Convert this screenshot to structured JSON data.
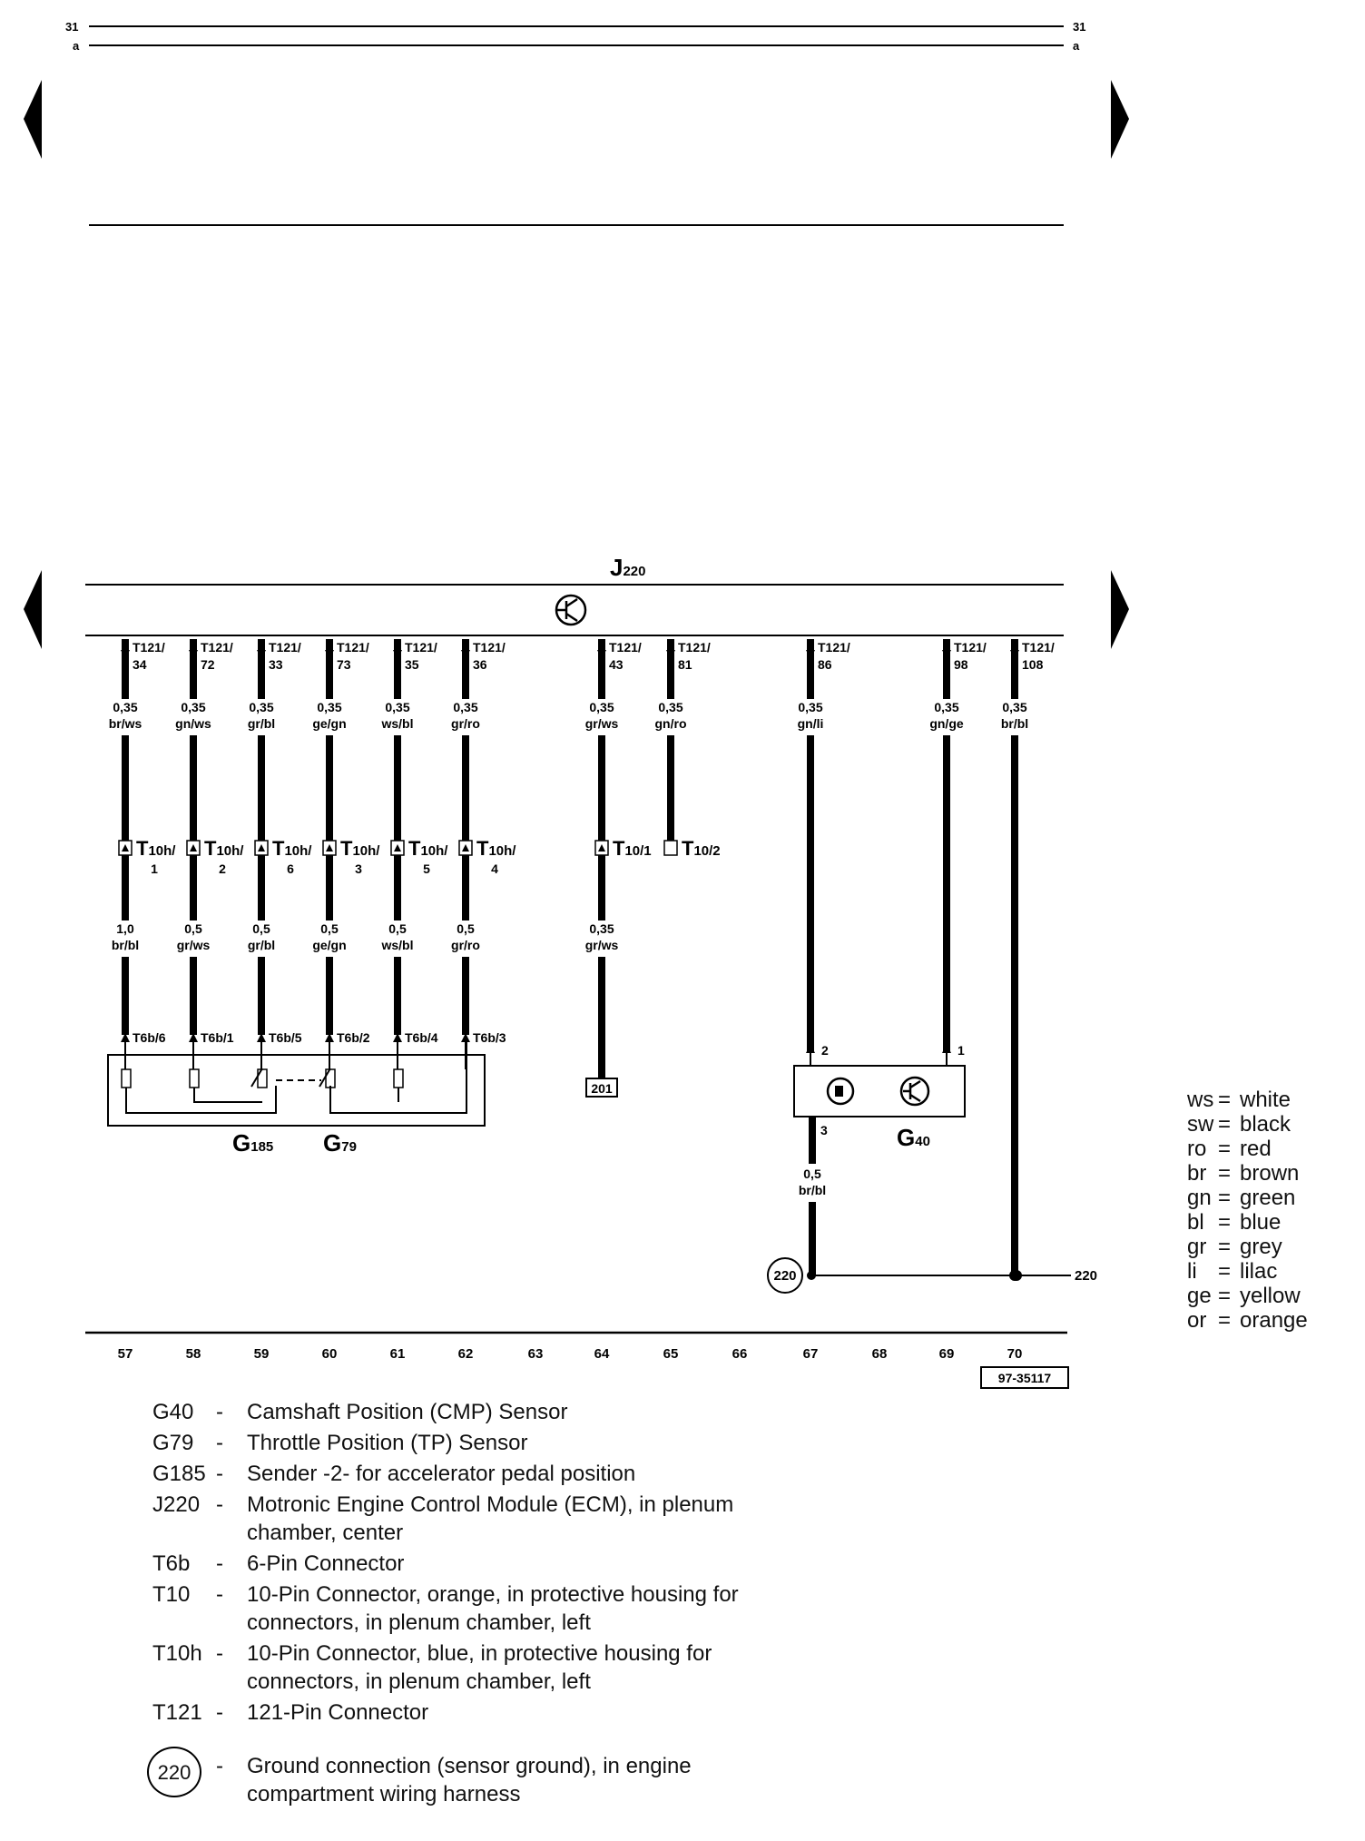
{
  "header": {
    "track_number": "31",
    "track_letter": "a"
  },
  "ecm": {
    "label_main": "J",
    "label_sub": "220"
  },
  "wires": [
    {
      "id": "57",
      "pin": "T121/",
      "pin_num": "34",
      "ecm_gauge": "0,35",
      "ecm_color": "br/ws",
      "t10": "T10h/",
      "t10_pin": "1",
      "mid_gauge": "1,0",
      "mid_color": "br/bl",
      "t6b": "T6b/6"
    },
    {
      "id": "58",
      "pin": "T121/",
      "pin_num": "72",
      "ecm_gauge": "0,35",
      "ecm_color": "gn/ws",
      "t10": "T10h/",
      "t10_pin": "2",
      "mid_gauge": "0,5",
      "mid_color": "gr/ws",
      "t6b": "T6b/1"
    },
    {
      "id": "59",
      "pin": "T121/",
      "pin_num": "33",
      "ecm_gauge": "0,35",
      "ecm_color": "gr/bl",
      "t10": "T10h/",
      "t10_pin": "6",
      "mid_gauge": "0,5",
      "mid_color": "gr/bl",
      "t6b": "T6b/5"
    },
    {
      "id": "60",
      "pin": "T121/",
      "pin_num": "73",
      "ecm_gauge": "0,35",
      "ecm_color": "ge/gn",
      "t10": "T10h/",
      "t10_pin": "3",
      "mid_gauge": "0,5",
      "mid_color": "ge/gn",
      "t6b": "T6b/2"
    },
    {
      "id": "61",
      "pin": "T121/",
      "pin_num": "35",
      "ecm_gauge": "0,35",
      "ecm_color": "ws/bl",
      "t10": "T10h/",
      "t10_pin": "5",
      "mid_gauge": "0,5",
      "mid_color": "ws/bl",
      "t6b": "T6b/4"
    },
    {
      "id": "62",
      "pin": "T121/",
      "pin_num": "36",
      "ecm_gauge": "0,35",
      "ecm_color": "gr/ro",
      "t10": "T10h/",
      "t10_pin": "4",
      "mid_gauge": "0,5",
      "mid_color": "gr/ro",
      "t6b": "T6b/3"
    },
    {
      "id": "64",
      "pin": "T121/",
      "pin_num": "43",
      "ecm_gauge": "0,35",
      "ecm_color": "gr/ws",
      "t10": "T10/1",
      "mid_gauge": "0,35",
      "mid_color": "gr/ws",
      "ref": "201"
    },
    {
      "id": "65",
      "pin": "T121/",
      "pin_num": "81",
      "ecm_gauge": "0,35",
      "ecm_color": "gn/ro",
      "t10": "T10/2"
    },
    {
      "id": "67",
      "pin": "T121/",
      "pin_num": "86",
      "ecm_gauge": "0,35",
      "ecm_color": "gn/li",
      "g40_pin": "2"
    },
    {
      "id": "69",
      "pin": "T121/",
      "pin_num": "98",
      "ecm_gauge": "0,35",
      "ecm_color": "gn/ge",
      "g40_pin": "1"
    },
    {
      "id": "70",
      "pin": "T121/",
      "pin_num": "108",
      "ecm_gauge": "0,35",
      "ecm_color": "br/bl"
    }
  ],
  "g40": {
    "label_main": "G",
    "label_sub": "40",
    "out_pin": "3",
    "out_gauge": "0,5",
    "out_color": "br/bl"
  },
  "sensors": {
    "g185_main": "G",
    "g185_sub": "185",
    "g79_main": "G",
    "g79_sub": "79"
  },
  "ground": {
    "id": "220",
    "ref": "220"
  },
  "track_numbers": [
    "57",
    "58",
    "59",
    "60",
    "61",
    "62",
    "63",
    "64",
    "65",
    "66",
    "67",
    "68",
    "69",
    "70"
  ],
  "doc_id": "97-35117",
  "legend": [
    {
      "code": "G40",
      "dash": "-",
      "desc": "Camshaft Position (CMP) Sensor"
    },
    {
      "code": "G79",
      "dash": "-",
      "desc": "Throttle Position (TP) Sensor"
    },
    {
      "code": "G185",
      "dash": "-",
      "desc": "Sender -2- for accelerator pedal position"
    },
    {
      "code": "J220",
      "dash": "-",
      "desc": "Motronic Engine Control Module (ECM), in plenum chamber, center"
    },
    {
      "code": "T6b",
      "dash": "-",
      "desc": "6-Pin Connector"
    },
    {
      "code": "T10",
      "dash": "-",
      "desc": "10-Pin Connector, orange, in protective housing for connectors, in plenum chamber, left"
    },
    {
      "code": "T10h",
      "dash": "-",
      "desc": "10-Pin Connector, blue, in protective housing for connectors, in plenum chamber, left"
    },
    {
      "code": "T121",
      "dash": "-",
      "desc": "121-Pin Connector"
    }
  ],
  "ground_legend": {
    "code": "220",
    "dash": "-",
    "desc": "Ground connection (sensor ground), in engine compartment wiring harness"
  },
  "color_codes": [
    {
      "abbr": "ws",
      "name": "white"
    },
    {
      "abbr": "sw",
      "name": "black"
    },
    {
      "abbr": "ro",
      "name": "red"
    },
    {
      "abbr": "br",
      "name": "brown"
    },
    {
      "abbr": "gn",
      "name": "green"
    },
    {
      "abbr": "bl",
      "name": "blue"
    },
    {
      "abbr": "gr",
      "name": "grey"
    },
    {
      "abbr": "li",
      "name": "lilac"
    },
    {
      "abbr": "ge",
      "name": "yellow"
    },
    {
      "abbr": "or",
      "name": "orange"
    }
  ]
}
